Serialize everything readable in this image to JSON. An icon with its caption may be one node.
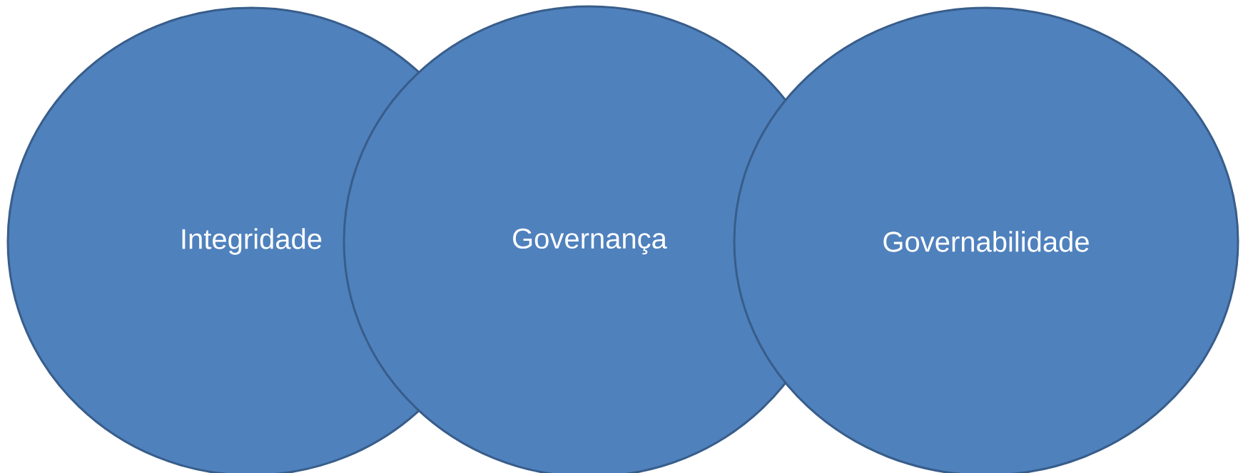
{
  "diagram": {
    "nodes": [
      {
        "text": [
          "Integridade"
        ]
      },
      {
        "text": [
          "Governança"
        ]
      },
      {
        "text": [
          "Governabilidade"
        ]
      }
    ]
  }
}
